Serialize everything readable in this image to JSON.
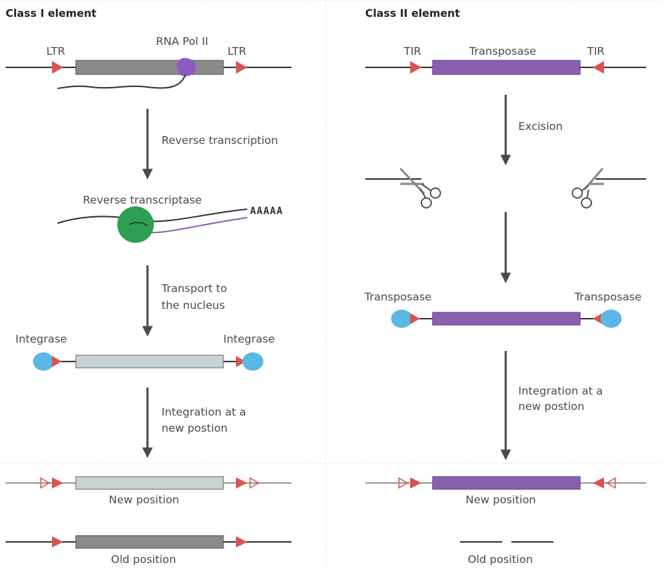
{
  "class1": {
    "title": "Class I element",
    "ltr_left": "LTR",
    "ltr_right": "LTR",
    "rna_pol": "RNA Pol II",
    "step_reverse_transcription": "Reverse transcription",
    "reverse_transcriptase": "Reverse transcriptase",
    "poly_a": "AAAAA",
    "step_transport_1": "Transport to",
    "step_transport_2": "the nucleus",
    "integrase_left": "Integrase",
    "integrase_right": "Integrase",
    "step_integration_1": "Integration at a",
    "step_integration_2": "new postion",
    "new_position": "New position",
    "old_position": "Old position"
  },
  "class2": {
    "title": "Class II element",
    "tir_left": "TIR",
    "tir_right": "TIR",
    "transposase_top": "Transposase",
    "step_excision": "Excision",
    "transposase_left": "Transposase",
    "transposase_right": "Transposase",
    "step_integration_1": "Integration at a",
    "step_integration_2": "new postion",
    "new_position": "New position",
    "old_position": "Old position"
  },
  "colors": {
    "dna": "#333333",
    "grey_bar": "#8a8a8a",
    "light_bar": "#c8d3d3",
    "transposase_bar": "#8b5fb0",
    "ltr_triangle": "#d9534f",
    "integrase_blue": "#5bb7e3",
    "rt_green": "#2e9e52",
    "pol_purple": "#8a5cc2"
  }
}
